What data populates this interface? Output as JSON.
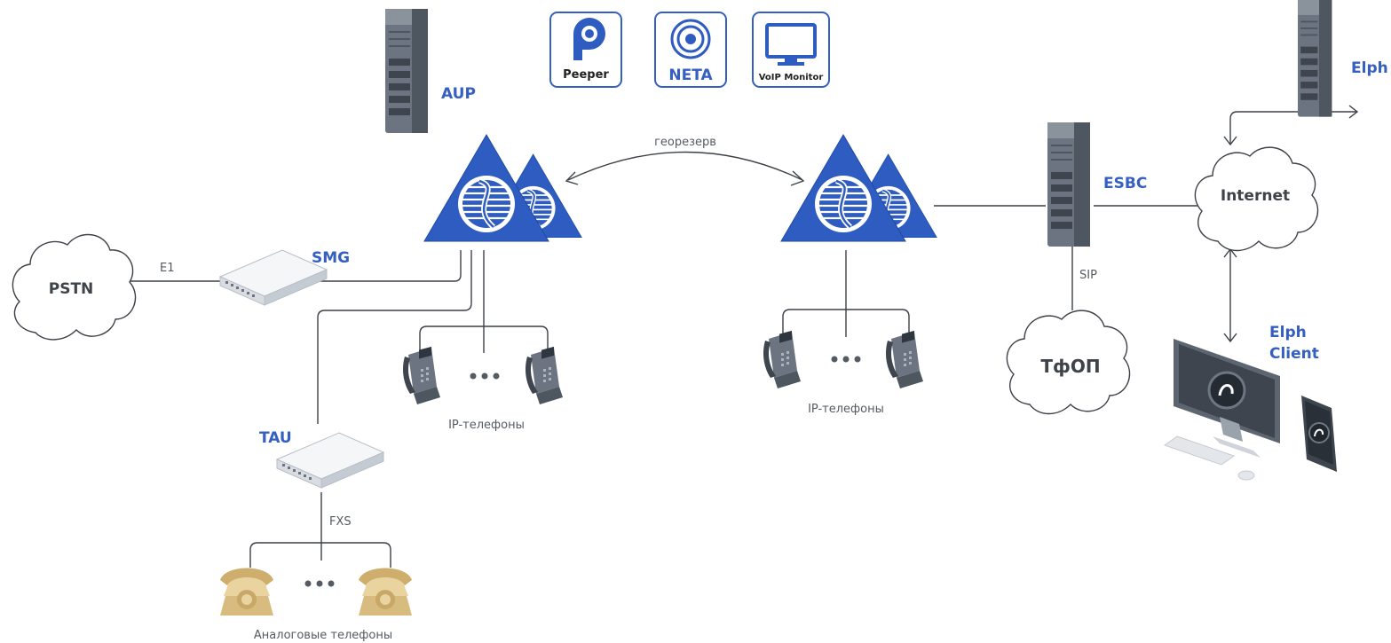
{
  "nodes": {
    "aup": "AUP",
    "smg": "SMG",
    "tau": "TAU",
    "esbc": "ESBC",
    "elph": "Elph",
    "elph_client_line1": "Elph",
    "elph_client_line2": "Client"
  },
  "clouds": {
    "pstn": "PSTN",
    "internet": "Internet",
    "tfop": "ТфОП"
  },
  "logos": {
    "peeper": "Peeper",
    "neta": "NETA",
    "voip_monitor": "VoIP Monitor"
  },
  "links": {
    "georeserve": "георезерв",
    "e1": "E1",
    "sip": "SIP",
    "fxs": "FXS"
  },
  "groups": {
    "ip_phones_left": "IP-телефоны",
    "ip_phones_right": "IP-телефоны",
    "analog_phones": "Аналоговые телефоны"
  },
  "colors": {
    "brand_blue": "#3560c2",
    "line": "#3c4147",
    "server_dark": "#5d6570",
    "analog_phone": "#e3c98f"
  }
}
